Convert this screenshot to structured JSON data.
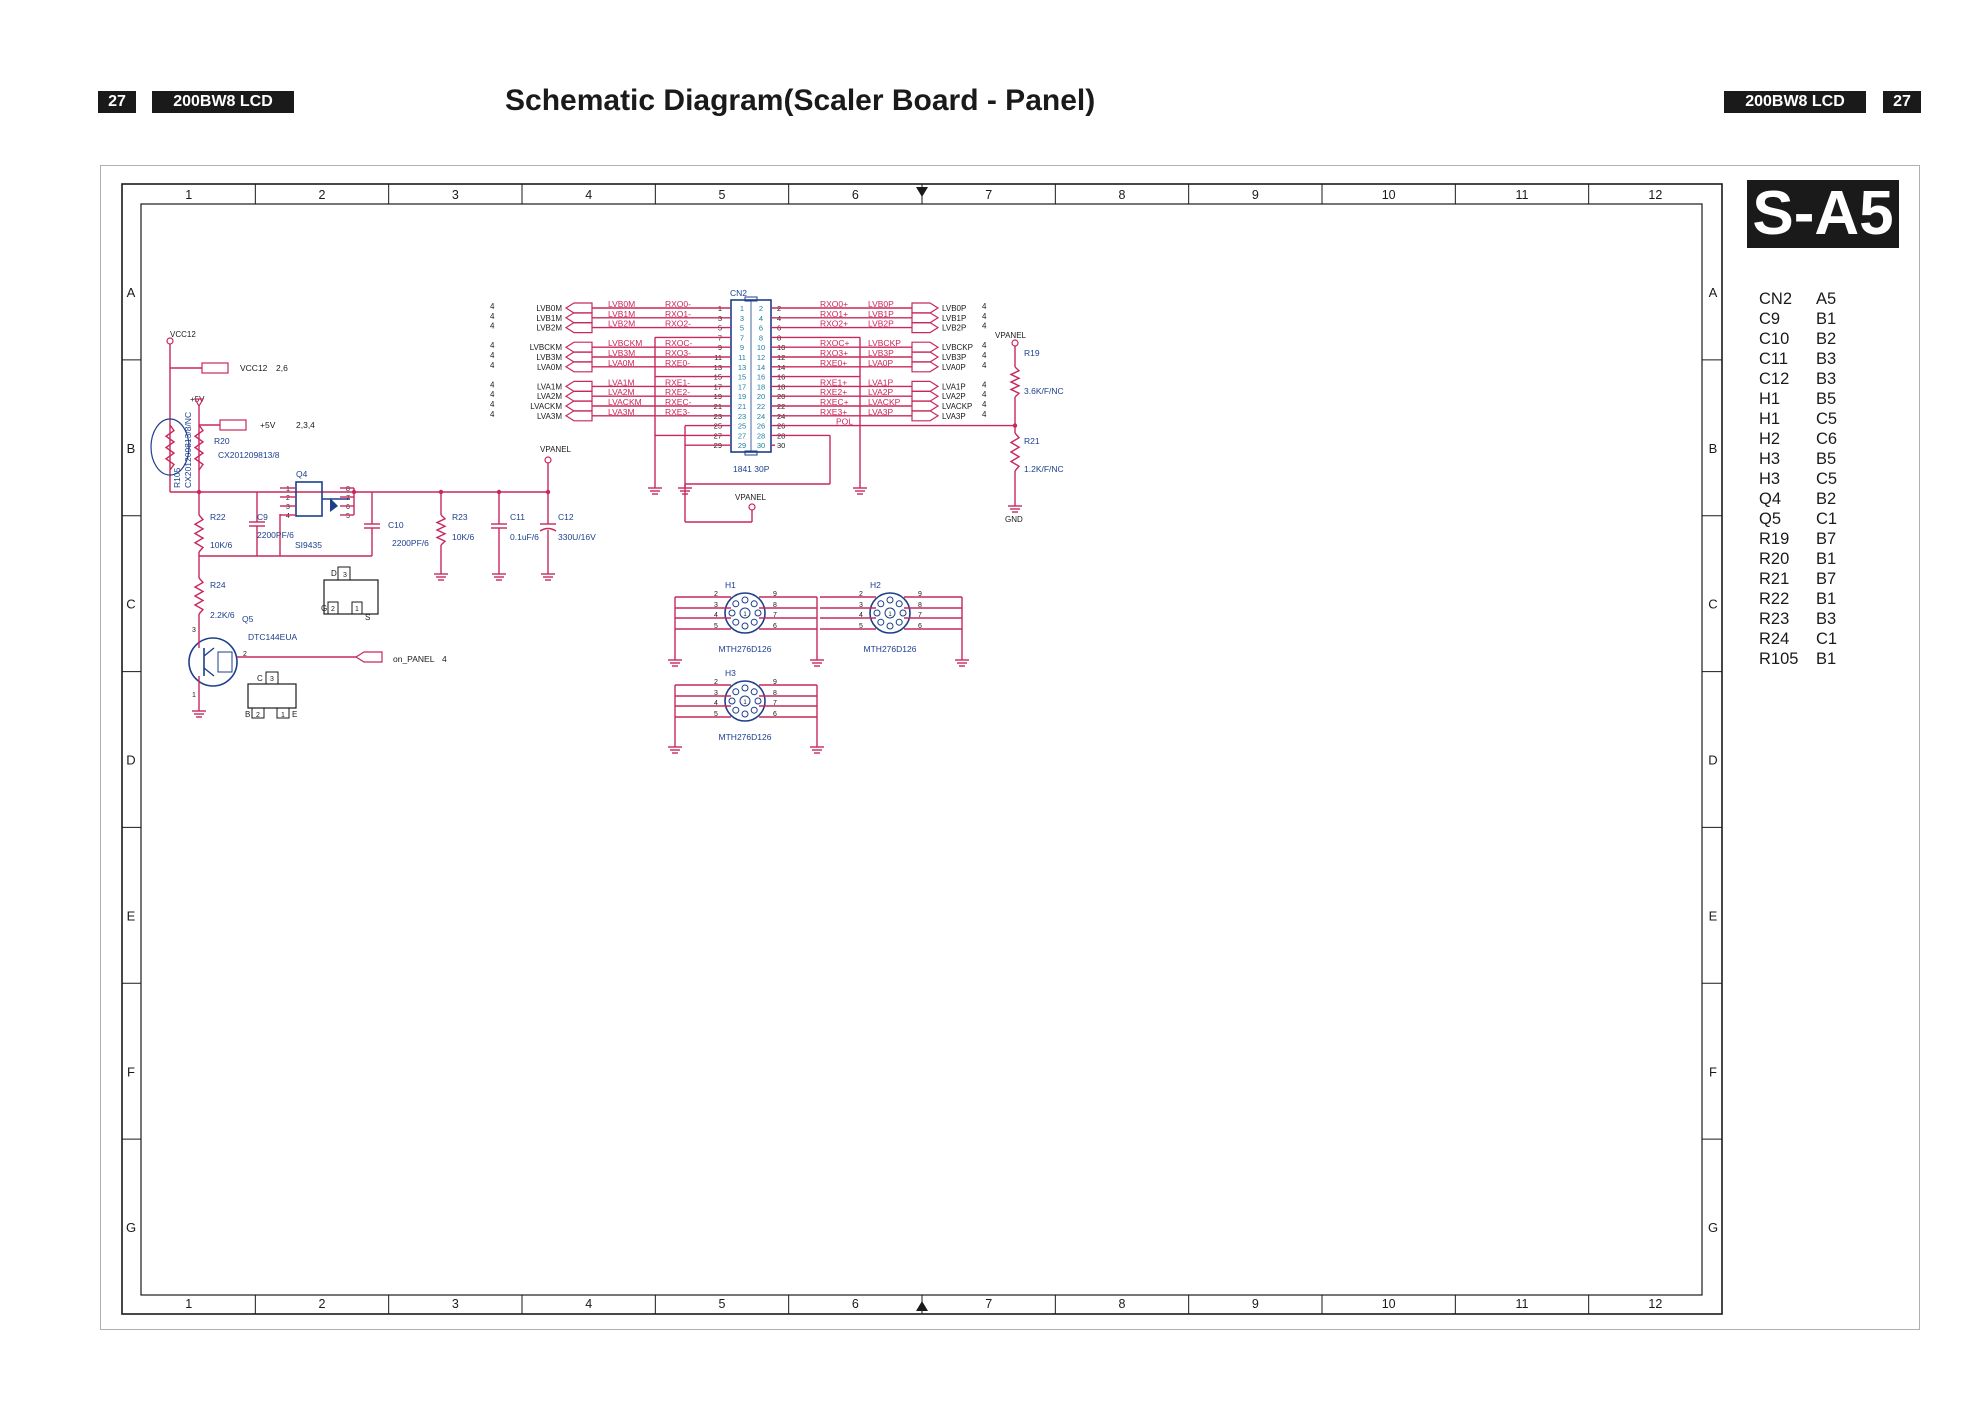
{
  "header": {
    "page_left": "27",
    "model_left": "200BW8 LCD",
    "title": "Schematic Diagram(Scaler Board - Panel)",
    "model_right": "200BW8 LCD",
    "page_right": "27"
  },
  "sheet": {
    "badge": "S-A5",
    "columns": [
      "1",
      "2",
      "3",
      "4",
      "5",
      "6",
      "7",
      "8",
      "9",
      "10",
      "11",
      "12"
    ],
    "rows": [
      "A",
      "B",
      "C",
      "D",
      "E",
      "F",
      "G"
    ]
  },
  "reference_table": [
    {
      "id": "CN2",
      "loc": "A5"
    },
    {
      "id": "C9",
      "loc": "B1"
    },
    {
      "id": "C10",
      "loc": "B2"
    },
    {
      "id": "C11",
      "loc": "B3"
    },
    {
      "id": "C12",
      "loc": "B3"
    },
    {
      "id": "H1",
      "loc": "B5"
    },
    {
      "id": "H1",
      "loc": "C5"
    },
    {
      "id": "H2",
      "loc": "C6"
    },
    {
      "id": "H3",
      "loc": "B5"
    },
    {
      "id": "H3",
      "loc": "C5"
    },
    {
      "id": "Q4",
      "loc": "B2"
    },
    {
      "id": "Q5",
      "loc": "C1"
    },
    {
      "id": "R19",
      "loc": "B7"
    },
    {
      "id": "R20",
      "loc": "B1"
    },
    {
      "id": "R21",
      "loc": "B7"
    },
    {
      "id": "R22",
      "loc": "B1"
    },
    {
      "id": "R23",
      "loc": "B3"
    },
    {
      "id": "R24",
      "loc": "C1"
    },
    {
      "id": "R105",
      "loc": "B1"
    }
  ],
  "connector": {
    "ref": "CN2",
    "part": "1841 30P",
    "left_signals": [
      {
        "sheet": "4",
        "label": "LVB0M",
        "net": "LVB0M",
        "rx": "RXO0-",
        "pin": "1"
      },
      {
        "sheet": "4",
        "label": "LVB1M",
        "net": "LVB1M",
        "rx": "RXO1-",
        "pin": "3"
      },
      {
        "sheet": "4",
        "label": "LVB2M",
        "net": "LVB2M",
        "rx": "RXO2-",
        "pin": "5"
      },
      {
        "sheet": "4",
        "label": "LVBCKM",
        "net": "LVBCKM",
        "rx": "RXOC-",
        "pin": "9"
      },
      {
        "sheet": "4",
        "label": "LVB3M",
        "net": "LVB3M",
        "rx": "RXO3-",
        "pin": "11"
      },
      {
        "sheet": "4",
        "label": "LVA0M",
        "net": "LVA0M",
        "rx": "RXE0-",
        "pin": "13"
      },
      {
        "sheet": "4",
        "label": "LVA1M",
        "net": "LVA1M",
        "rx": "RXE1-",
        "pin": "17"
      },
      {
        "sheet": "4",
        "label": "LVA2M",
        "net": "LVA2M",
        "rx": "RXE2-",
        "pin": "19"
      },
      {
        "sheet": "4",
        "label": "LVACKM",
        "net": "LVACKM",
        "rx": "RXEC-",
        "pin": "21"
      },
      {
        "sheet": "4",
        "label": "LVA3M",
        "net": "LVA3M",
        "rx": "RXE3-",
        "pin": "23"
      }
    ],
    "right_signals": [
      {
        "pin": "2",
        "rx": "RXO0+",
        "net": "LVB0P",
        "label": "LVB0P",
        "sheet": "4"
      },
      {
        "pin": "4",
        "rx": "RXO1+",
        "net": "LVB1P",
        "label": "LVB1P",
        "sheet": "4"
      },
      {
        "pin": "6",
        "rx": "RXO2+",
        "net": "LVB2P",
        "label": "LVB2P",
        "sheet": "4"
      },
      {
        "pin": "10",
        "rx": "RXOC+",
        "net": "LVBCKP",
        "label": "LVBCKP",
        "sheet": "4"
      },
      {
        "pin": "12",
        "rx": "RXO3+",
        "net": "LVB3P",
        "label": "LVB3P",
        "sheet": "4"
      },
      {
        "pin": "14",
        "rx": "RXE0+",
        "net": "LVA0P",
        "label": "LVA0P",
        "sheet": "4"
      },
      {
        "pin": "18",
        "rx": "RXE1+",
        "net": "LVA1P",
        "label": "LVA1P",
        "sheet": "4"
      },
      {
        "pin": "20",
        "rx": "RXE2+",
        "net": "LVA2P",
        "label": "LVA2P",
        "sheet": "4"
      },
      {
        "pin": "22",
        "rx": "RXEC+",
        "net": "LVACKP",
        "label": "LVACKP",
        "sheet": "4"
      },
      {
        "pin": "24",
        "rx": "RXE3+",
        "net": "LVA3P",
        "label": "LVA3P",
        "sheet": "4"
      }
    ],
    "other_left_pins": [
      "7",
      "15",
      "25",
      "27",
      "29"
    ],
    "other_right_pins": [
      "8",
      "16",
      "26",
      "28",
      "30"
    ],
    "pin_numbers_left": [
      "1",
      "3",
      "5",
      "7",
      "9",
      "11",
      "13",
      "15",
      "17",
      "19",
      "21",
      "23",
      "25",
      "27",
      "29"
    ],
    "pin_numbers_right": [
      "2",
      "4",
      "6",
      "8",
      "10",
      "12",
      "14",
      "16",
      "18",
      "20",
      "22",
      "24",
      "26",
      "28",
      "30"
    ],
    "pol": "POL",
    "vpanel": "VPANEL"
  },
  "power": {
    "vcc12": "VCC12",
    "vcc12_off": "VCC12",
    "vcc12_ref": "2,6",
    "plus5v": "+5V",
    "plus5v_off": "+5V",
    "plus5v_ref": "2,3,4",
    "vpanel": "VPANEL",
    "vpanel_right": "VPANEL",
    "gnd": "GND"
  },
  "components": {
    "r20": {
      "ref": "R20",
      "value": "CX201209813/8"
    },
    "r105": {
      "ref": "R105",
      "value": "CX201209813/8/NC"
    },
    "q4": {
      "ref": "Q4",
      "part": "SI9435",
      "pins": [
        "1",
        "2",
        "3",
        "4",
        "5",
        "6",
        "7",
        "8"
      ]
    },
    "q4_pkg": {
      "d": "D",
      "g": "G",
      "s": "S",
      "p1": "3",
      "p2": "2",
      "p3": "1"
    },
    "r22": {
      "ref": "R22",
      "value": "10K/6"
    },
    "c9": {
      "ref": "C9",
      "value": "2200PF/6"
    },
    "c10": {
      "ref": "C10",
      "value": "2200PF/6"
    },
    "r23": {
      "ref": "R23",
      "value": "10K/6"
    },
    "c11": {
      "ref": "C11",
      "value": "0.1uF/6"
    },
    "c12": {
      "ref": "C12",
      "value": "330U/16V"
    },
    "r24": {
      "ref": "R24",
      "value": "2.2K/6"
    },
    "q5": {
      "ref": "Q5",
      "part": "DTC144EUA",
      "pin_b": "2",
      "pin_c": "3",
      "pin_e": "1"
    },
    "q5_pkg": {
      "c": "C",
      "b": "B",
      "e": "E",
      "p1": "3",
      "p2": "2",
      "p3": "1"
    },
    "on_panel": {
      "label": "on_PANEL",
      "sheet": "4"
    },
    "r19": {
      "ref": "R19",
      "value": "3.6K/F/NC"
    },
    "r21": {
      "ref": "R21",
      "value": "1.2K/F/NC"
    }
  },
  "mounting_holes": [
    {
      "ref": "H1",
      "part": "MTH276D126"
    },
    {
      "ref": "H2",
      "part": "MTH276D126"
    },
    {
      "ref": "H3",
      "part": "MTH276D126"
    }
  ],
  "hole_pins": {
    "left": [
      "2",
      "3",
      "4",
      "5"
    ],
    "right": [
      "9",
      "8",
      "7",
      "6"
    ],
    "center": "1"
  },
  "colors": {
    "wire": "#c8285a",
    "label_blue": "#1c3f8c",
    "frame": "#1a1a1a",
    "header_bg": "#1a1a1a"
  }
}
